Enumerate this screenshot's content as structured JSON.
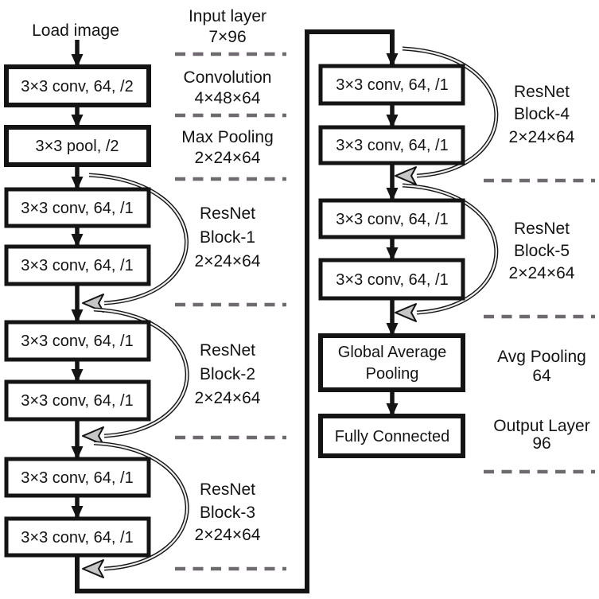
{
  "diagram": {
    "type": "neural-network-architecture-flowchart",
    "source_label": "Load image"
  },
  "boxes_left": [
    {
      "id": "stem-conv",
      "label": "3×3 conv, 64, /2"
    },
    {
      "id": "stem-pool",
      "label": "3×3 pool, /2"
    },
    {
      "id": "block1-conv1",
      "label": "3×3 conv, 64, /1"
    },
    {
      "id": "block1-conv2",
      "label": "3×3 conv, 64, /1"
    },
    {
      "id": "block2-conv1",
      "label": "3×3 conv, 64, /1"
    },
    {
      "id": "block2-conv2",
      "label": "3×3 conv, 64, /1"
    },
    {
      "id": "block3-conv1",
      "label": "3×3 conv, 64, /1"
    },
    {
      "id": "block3-conv2",
      "label": "3×3 conv, 64, /1"
    }
  ],
  "boxes_right": [
    {
      "id": "block4-conv1",
      "label": "3×3 conv, 64, /1"
    },
    {
      "id": "block4-conv2",
      "label": "3×3 conv, 64, /1"
    },
    {
      "id": "block5-conv1",
      "label": "3×3 conv, 64, /1"
    },
    {
      "id": "block5-conv2",
      "label": "3×3 conv, 64, /1"
    },
    {
      "id": "global-average-pooling",
      "lines": [
        "Global Average",
        "Pooling"
      ]
    },
    {
      "id": "fully-connected",
      "label": "Fully Connected"
    }
  ],
  "annotations_left": [
    {
      "id": "input-layer",
      "lines": [
        "Input layer",
        "7×96"
      ]
    },
    {
      "id": "convolution",
      "lines": [
        "Convolution",
        "4×48×64"
      ]
    },
    {
      "id": "max-pooling",
      "lines": [
        "Max Pooling",
        "2×24×64"
      ]
    },
    {
      "id": "resnet-block-1",
      "lines": [
        "ResNet",
        "Block-1",
        "2×24×64"
      ]
    },
    {
      "id": "resnet-block-2",
      "lines": [
        "ResNet",
        "Block-2",
        "2×24×64"
      ]
    },
    {
      "id": "resnet-block-3",
      "lines": [
        "ResNet",
        "Block-3",
        "2×24×64"
      ]
    }
  ],
  "annotations_right": [
    {
      "id": "resnet-block-4",
      "lines": [
        "ResNet",
        "Block-4",
        "2×24×64"
      ]
    },
    {
      "id": "resnet-block-5",
      "lines": [
        "ResNet",
        "Block-5",
        "2×24×64"
      ]
    },
    {
      "id": "avg-pooling",
      "lines": [
        "Avg Pooling",
        "64"
      ]
    },
    {
      "id": "output-layer",
      "lines": [
        "Output Layer",
        "96"
      ]
    }
  ],
  "colors": {
    "background": "#ffffff",
    "line": "#141414",
    "text": "#141414",
    "dash_gray": "#6e6a6f",
    "skip_arrow_fill": "#c6c6c6"
  }
}
